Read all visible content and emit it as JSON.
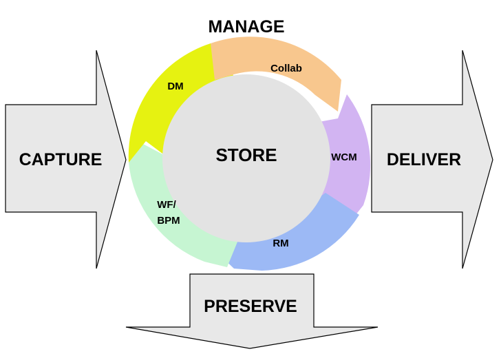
{
  "title": "MANAGE",
  "arrows": {
    "capture": "CAPTURE",
    "deliver": "DELIVER",
    "preserve": "PRESERVE"
  },
  "center": "STORE",
  "segments": {
    "dm": "DM",
    "collab": "Collab",
    "wcm": "WCM",
    "rm": "RM",
    "wf_line1": "WF/",
    "wf_line2": "BPM"
  },
  "colors": {
    "arrow_fill": "#e8e8e8",
    "center_fill": "#e3e3e3",
    "dm": "#e6f211",
    "collab": "#f8c78e",
    "wcm": "#d2b4f2",
    "rm": "#9cb9f5",
    "wf_bpm": "#c6f5d2"
  }
}
